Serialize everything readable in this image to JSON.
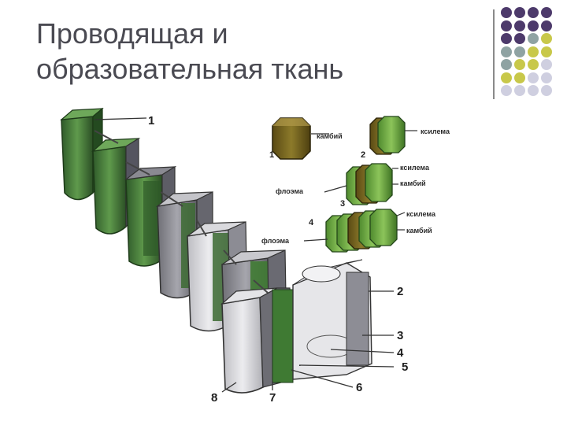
{
  "slide": {
    "title_line1": "Проводящая и",
    "title_line2": "образовательная ткань"
  },
  "decor": {
    "colors": {
      "purple": "#4d3a6b",
      "teal": "#8fa3a3",
      "lime": "#c8c84a",
      "lilac": "#cfcfe0"
    },
    "dots": [
      [
        "purple",
        "purple",
        "purple",
        "purple"
      ],
      [
        "purple",
        "purple",
        "purple",
        "purple"
      ],
      [
        "purple",
        "purple",
        "teal",
        "lime"
      ],
      [
        "teal",
        "teal",
        "lime",
        "lime"
      ],
      [
        "teal",
        "lime",
        "lime",
        "lilac"
      ],
      [
        "lime",
        "lime",
        "lilac",
        "lilac"
      ],
      [
        "lilac",
        "lilac",
        "lilac",
        "lilac"
      ]
    ]
  },
  "figure": {
    "main_numbers": [
      "1",
      "2",
      "3",
      "4",
      "5",
      "6",
      "7",
      "8"
    ],
    "inset": {
      "cambium": "камбий",
      "xylem": "ксилема",
      "phloem": "флоэма",
      "stage_numbers": [
        "1",
        "2",
        "3",
        "4"
      ]
    }
  }
}
